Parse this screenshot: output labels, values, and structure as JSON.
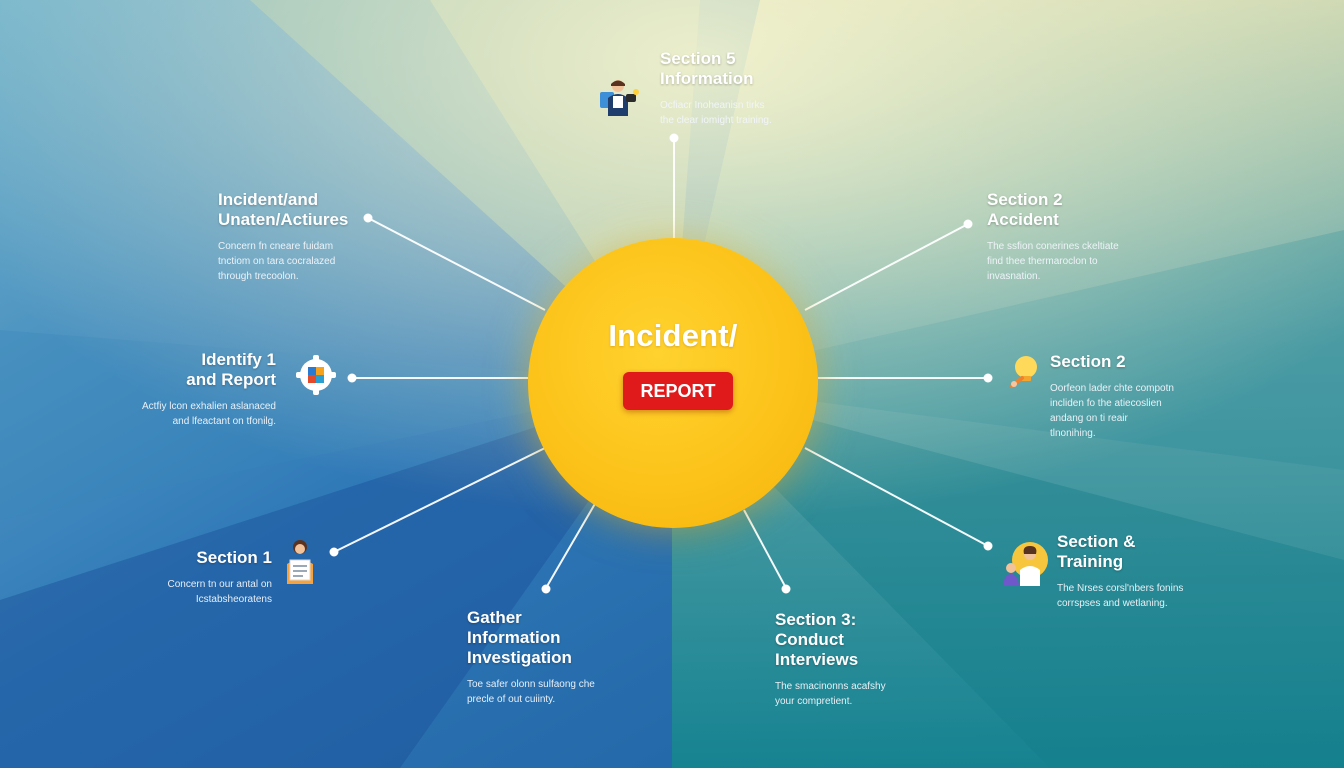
{
  "hub": {
    "title": "Incident/",
    "badge": "REPORT"
  },
  "nodes": {
    "top": {
      "title": "Section 5\nInformation",
      "desc": "Ocfiacr Inoheanisn tirks\nthe clear iomight training."
    },
    "upper_left": {
      "title": "Incident/and\nUnaten/Actiures",
      "desc": "Concern fn cneare fuidam\ntnctiom on tara cocralazed\nthrough trecoolon."
    },
    "upper_right": {
      "title": "Section 2\nAccident",
      "desc": "The ssfion conerines ckeltiate\nfind thee thermaroclon to\ninvasnation."
    },
    "mid_left": {
      "title": "Identify 1\nand Report",
      "desc": "Actfiy lcon exhalien aslanaced\nand lfeactant on tfonilg."
    },
    "mid_right": {
      "title": "Section 2",
      "desc": "Oorfeon lader chte compotn\nincliden fo the atiecoslien\nandang on ti reair\ntlnonihing."
    },
    "lower_left": {
      "title": "Section 1",
      "desc": "Concern tn our antal on\nIcstabsheoratens"
    },
    "lower_right": {
      "title": "Section &\nTraining",
      "desc": "The Nrses corsl'nbers fonins\ncorrspses and wetlaning."
    },
    "bottom_left": {
      "title": "Gather\nInformation\nInvestigation",
      "desc": "Toe safer olonn sulfaong che\nprecle of out cuiinty."
    },
    "bottom_right": {
      "title": "Section 3:\nConduct\nInterviews",
      "desc": "The smacinonns acafshy\nyour compretient."
    }
  },
  "icons": [
    "person-with-laptop-icon",
    "gear-badge-icon",
    "lightbulb-icon",
    "person-document-icon",
    "trainer-group-icon"
  ],
  "colors": {
    "hub": "#fcc31a",
    "badge": "#e0191b",
    "connector": "#ffffff",
    "bg_blue": "#1f5aa3",
    "bg_teal": "#1b8a98",
    "bg_light": "#d6dfb0"
  }
}
